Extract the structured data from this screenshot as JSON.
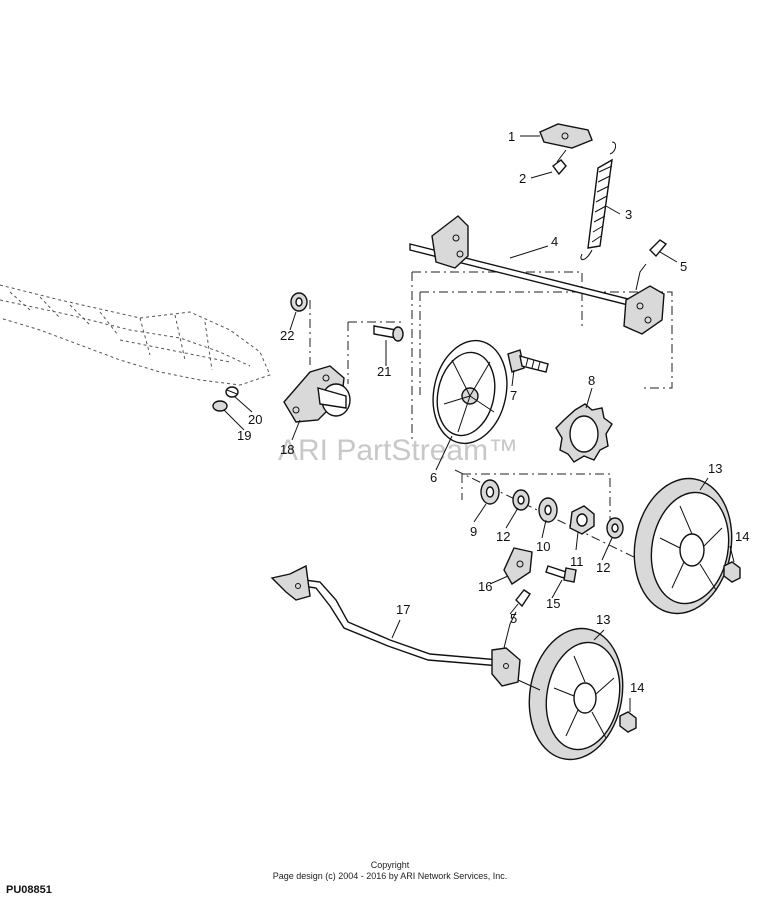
{
  "watermark": "ARI PartStream™",
  "copyright_line1": "Copyright",
  "copyright_line2": "Page design (c) 2004 - 2016 by ARI Network Services, Inc.",
  "diagram_id": "PU08851",
  "callouts": {
    "c1": "1",
    "c2": "2",
    "c3": "3",
    "c4": "4",
    "c5a": "5",
    "c5b": "5",
    "c6": "6",
    "c7": "7",
    "c8": "8",
    "c9": "9",
    "c10": "10",
    "c11": "11",
    "c12a": "12",
    "c12b": "12",
    "c13a": "13",
    "c13b": "13",
    "c14a": "14",
    "c14b": "14",
    "c15": "15",
    "c16": "16",
    "c17": "17",
    "c18": "18",
    "c19": "19",
    "c20": "20",
    "c21": "21",
    "c22": "22"
  }
}
